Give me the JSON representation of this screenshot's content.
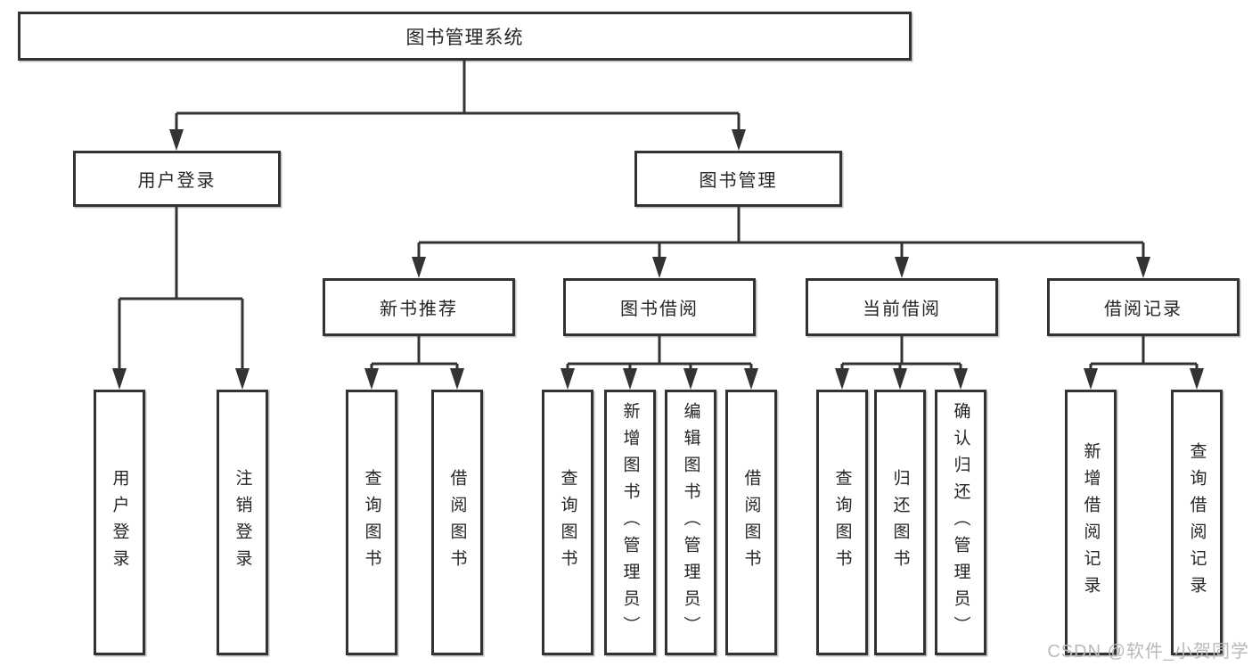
{
  "colors": {
    "line": "#333333",
    "text": "#262626",
    "watermark": "#b9b9b9",
    "background": "#ffffff"
  },
  "tree": {
    "root": "图书管理系统",
    "level2": [
      {
        "label": "用户登录",
        "leaves": [
          "用户登录",
          "注销登录"
        ]
      },
      {
        "label": "图书管理",
        "sections": [
          {
            "label": "新书推荐",
            "leaves": [
              "查询图书",
              "借阅图书"
            ]
          },
          {
            "label": "图书借阅",
            "leaves": [
              "查询图书",
              "新增图书（管理员）",
              "编辑图书（管理员）",
              "借阅图书"
            ]
          },
          {
            "label": "当前借阅",
            "leaves": [
              "查询图书",
              "归还图书",
              "确认归还（管理员）"
            ]
          },
          {
            "label": "借阅记录",
            "leaves": [
              "新增借阅记录",
              "查询借阅记录"
            ]
          }
        ]
      }
    ]
  },
  "watermark": "CSDN @软件_小贺同学"
}
